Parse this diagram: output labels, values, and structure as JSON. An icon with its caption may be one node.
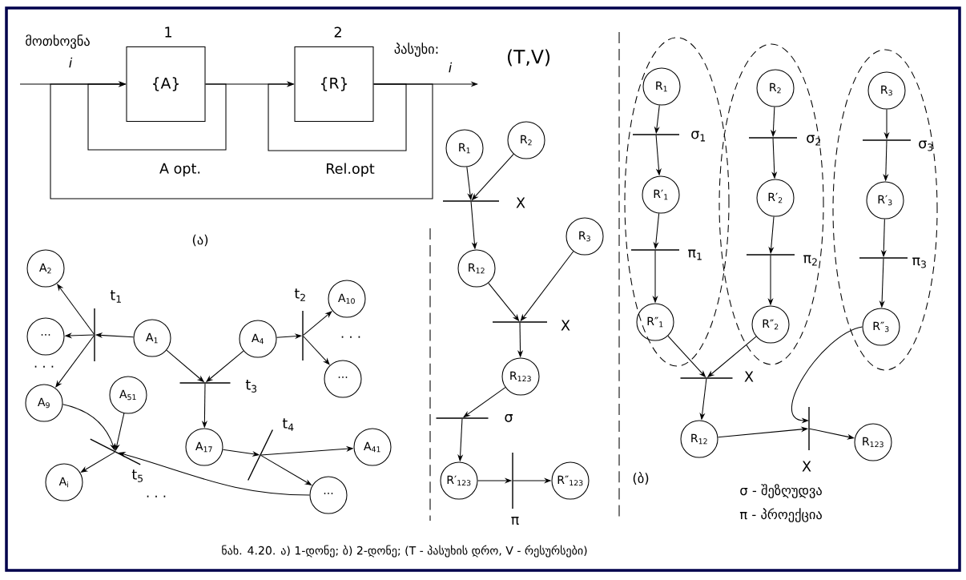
{
  "diagram": {
    "caption": "ნახ. 4.20. ა) 1-დონე; ბ) 2-დონე; (T - პასუხის დრო, V - რესურსები)",
    "nodes": [
      {
        "text": [
          "{A}"
        ],
        "beside": [
          "1"
        ]
      },
      {
        "text": [
          "{R}"
        ],
        "beside": [
          "2"
        ]
      },
      {
        "text": [
          "R$_{1}$"
        ]
      },
      {
        "text": [
          "R$_{2}$"
        ]
      },
      {
        "text": [],
        "shape": "bar",
        "beside": [
          "X"
        ]
      },
      {
        "text": [
          "R$_{12}$"
        ]
      },
      {
        "text": [
          "R$_{3}$"
        ]
      },
      {
        "text": [],
        "shape": "bar",
        "beside": [
          "X"
        ]
      },
      {
        "text": [
          "R$_{123}$"
        ]
      },
      {
        "text": [],
        "shape": "bar",
        "beside": [
          "σ"
        ]
      },
      {
        "text": [
          "R′$_{123}$"
        ]
      },
      {
        "text": [],
        "shape": "bar",
        "beside": [
          "π"
        ]
      },
      {
        "text": [
          "R″$_{123}$"
        ]
      },
      {
        "text": [
          "A$_{2}$"
        ]
      },
      {
        "text": [],
        "shape": "bar",
        "beside": [
          "t$_{1}$"
        ]
      },
      {
        "text": [
          "···"
        ]
      },
      {
        "text": [
          "A$_{1}$"
        ]
      },
      {
        "text": [],
        "shape": "bar",
        "beside": [
          "t$_{2}$"
        ]
      },
      {
        "text": [
          "A$_{4}$"
        ]
      },
      {
        "text": [
          "A$_{10}$"
        ]
      },
      {
        "text": [
          "···"
        ]
      },
      {
        "text": [
          "A$_{9}$"
        ]
      },
      {
        "text": [],
        "shape": "bar",
        "beside": [
          "t$_{3}$"
        ]
      },
      {
        "text": [
          "A$_{51}$"
        ]
      },
      {
        "text": [
          "A$_{17}$"
        ]
      },
      {
        "text": [],
        "shape": "bar",
        "beside": [
          "t$_{4}$"
        ]
      },
      {
        "text": [
          "A$_{41}$"
        ]
      },
      {
        "text": [],
        "shape": "bar",
        "beside": [
          "t$_{5}$"
        ]
      },
      {
        "text": [
          "A$_{i}$"
        ]
      },
      {
        "text": [
          "···"
        ]
      },
      {
        "text": [],
        "shape": "ellipse"
      },
      {
        "text": [
          "R$_{1}$"
        ],
        "in": 30
      },
      {
        "text": [],
        "shape": "bar",
        "beside": [
          "σ$_{1}$"
        ],
        "in": 30
      },
      {
        "text": [
          "R′$_{1}$"
        ],
        "in": 30
      },
      {
        "text": [],
        "shape": "bar",
        "beside": [
          "π$_{1}$"
        ],
        "in": 30
      },
      {
        "text": [
          "R″$_{1}$"
        ],
        "in": 30
      },
      {
        "text": [],
        "shape": "ellipse"
      },
      {
        "text": [
          "R$_{2}$"
        ],
        "in": 36
      },
      {
        "text": [],
        "shape": "bar",
        "beside": [
          "σ$_{2}$"
        ],
        "in": 36
      },
      {
        "text": [
          "R′$_{2}$"
        ],
        "in": 36
      },
      {
        "text": [],
        "shape": "bar",
        "beside": [
          "π$_{2}$"
        ],
        "in": 36
      },
      {
        "text": [
          "R″$_{2}$"
        ],
        "in": 36
      },
      {
        "text": [],
        "shape": "ellipse"
      },
      {
        "text": [
          "R$_{3}$"
        ],
        "in": 42
      },
      {
        "text": [],
        "shape": "bar",
        "beside": [
          "σ$_{3}$"
        ],
        "in": 42
      },
      {
        "text": [
          "R′$_{3}$"
        ],
        "in": 42
      },
      {
        "text": [],
        "shape": "bar",
        "beside": [
          "π$_{3}$"
        ],
        "in": 42
      },
      {
        "text": [
          "R″$_{3}$"
        ],
        "in": 42
      },
      {
        "text": [],
        "shape": "bar",
        "beside": [
          "X"
        ]
      },
      {
        "text": [
          "R$_{12}$"
        ]
      },
      {
        "text": [],
        "shape": "bar",
        "beside": [
          "X"
        ]
      },
      {
        "text": [
          "R$_{123}$"
        ]
      }
    ],
    "edges": [
      {
        "from": null,
        "to": 0,
        "arrow": "to"
      },
      {
        "from": 0,
        "to": 1,
        "arrow": "to"
      },
      {
        "from": 1,
        "to": null,
        "arrow": "to"
      },
      {
        "from": 0,
        "to": 0,
        "arrow": "to",
        "label": "A opt."
      },
      {
        "from": 1,
        "to": 1,
        "arrow": "to",
        "label": "Rel.opt"
      },
      {
        "from": 1,
        "to": 0,
        "arrow": "to"
      },
      {
        "from": 2,
        "to": 4,
        "arrow": "to"
      },
      {
        "from": 3,
        "to": 4,
        "arrow": "to"
      },
      {
        "from": 4,
        "to": 5,
        "arrow": "to"
      },
      {
        "from": 5,
        "to": 7,
        "arrow": "to"
      },
      {
        "from": 6,
        "to": 7,
        "arrow": "to"
      },
      {
        "from": 7,
        "to": 8,
        "arrow": "to"
      },
      {
        "from": 8,
        "to": 9,
        "arrow": "to"
      },
      {
        "from": 9,
        "to": 10,
        "arrow": "to"
      },
      {
        "from": 10,
        "to": 11,
        "arrow": "to"
      },
      {
        "from": 11,
        "to": 12,
        "arrow": "to"
      },
      {
        "from": 16,
        "to": 14,
        "arrow": "to"
      },
      {
        "from": 14,
        "to": 13,
        "arrow": "to"
      },
      {
        "from": 14,
        "to": 15,
        "arrow": "to"
      },
      {
        "from": 14,
        "to": 21,
        "arrow": "to"
      },
      {
        "from": 16,
        "to": 22,
        "arrow": "to"
      },
      {
        "from": 18,
        "to": 22,
        "arrow": "to"
      },
      {
        "from": 22,
        "to": 24,
        "arrow": "to"
      },
      {
        "from": 18,
        "to": 17,
        "arrow": "to"
      },
      {
        "from": 17,
        "to": 19,
        "arrow": "to"
      },
      {
        "from": 17,
        "to": 20,
        "arrow": "to"
      },
      {
        "from": 21,
        "to": 27,
        "arrow": "to"
      },
      {
        "from": 23,
        "to": 27,
        "arrow": "to"
      },
      {
        "from": 29,
        "to": 27,
        "arrow": "to"
      },
      {
        "from": 27,
        "to": 28,
        "arrow": "to"
      },
      {
        "from": 24,
        "to": 25,
        "arrow": "to"
      },
      {
        "from": 25,
        "to": 26,
        "arrow": "to"
      },
      {
        "from": 25,
        "to": 29,
        "arrow": "to"
      },
      {
        "from": 31,
        "to": 32,
        "arrow": "to"
      },
      {
        "from": 32,
        "to": 33,
        "arrow": "to"
      },
      {
        "from": 33,
        "to": 34,
        "arrow": "to"
      },
      {
        "from": 34,
        "to": 35,
        "arrow": "to"
      },
      {
        "from": 37,
        "to": 38,
        "arrow": "to"
      },
      {
        "from": 38,
        "to": 39,
        "arrow": "to"
      },
      {
        "from": 39,
        "to": 40,
        "arrow": "to"
      },
      {
        "from": 40,
        "to": 41,
        "arrow": "to"
      },
      {
        "from": 43,
        "to": 44,
        "arrow": "to"
      },
      {
        "from": 44,
        "to": 45,
        "arrow": "to"
      },
      {
        "from": 45,
        "to": 46,
        "arrow": "to"
      },
      {
        "from": 46,
        "to": 47,
        "arrow": "to"
      },
      {
        "from": 35,
        "to": 48,
        "arrow": "to"
      },
      {
        "from": 41,
        "to": 48,
        "arrow": "to"
      },
      {
        "from": 48,
        "to": 49,
        "arrow": "to"
      },
      {
        "from": 49,
        "to": 50,
        "arrow": "to"
      },
      {
        "from": 47,
        "to": 50,
        "arrow": "to"
      },
      {
        "from": 50,
        "to": 51,
        "arrow": "to"
      }
    ],
    "labels": [
      "მოთხოვნა",
      "i",
      "პასუხი:",
      "i",
      "(T,V)",
      "(ა)",
      "· · ·",
      "· · ·",
      "· · ·",
      "(ბ)",
      "σ - შეზღუდვა",
      "π - პროექცია"
    ]
  }
}
